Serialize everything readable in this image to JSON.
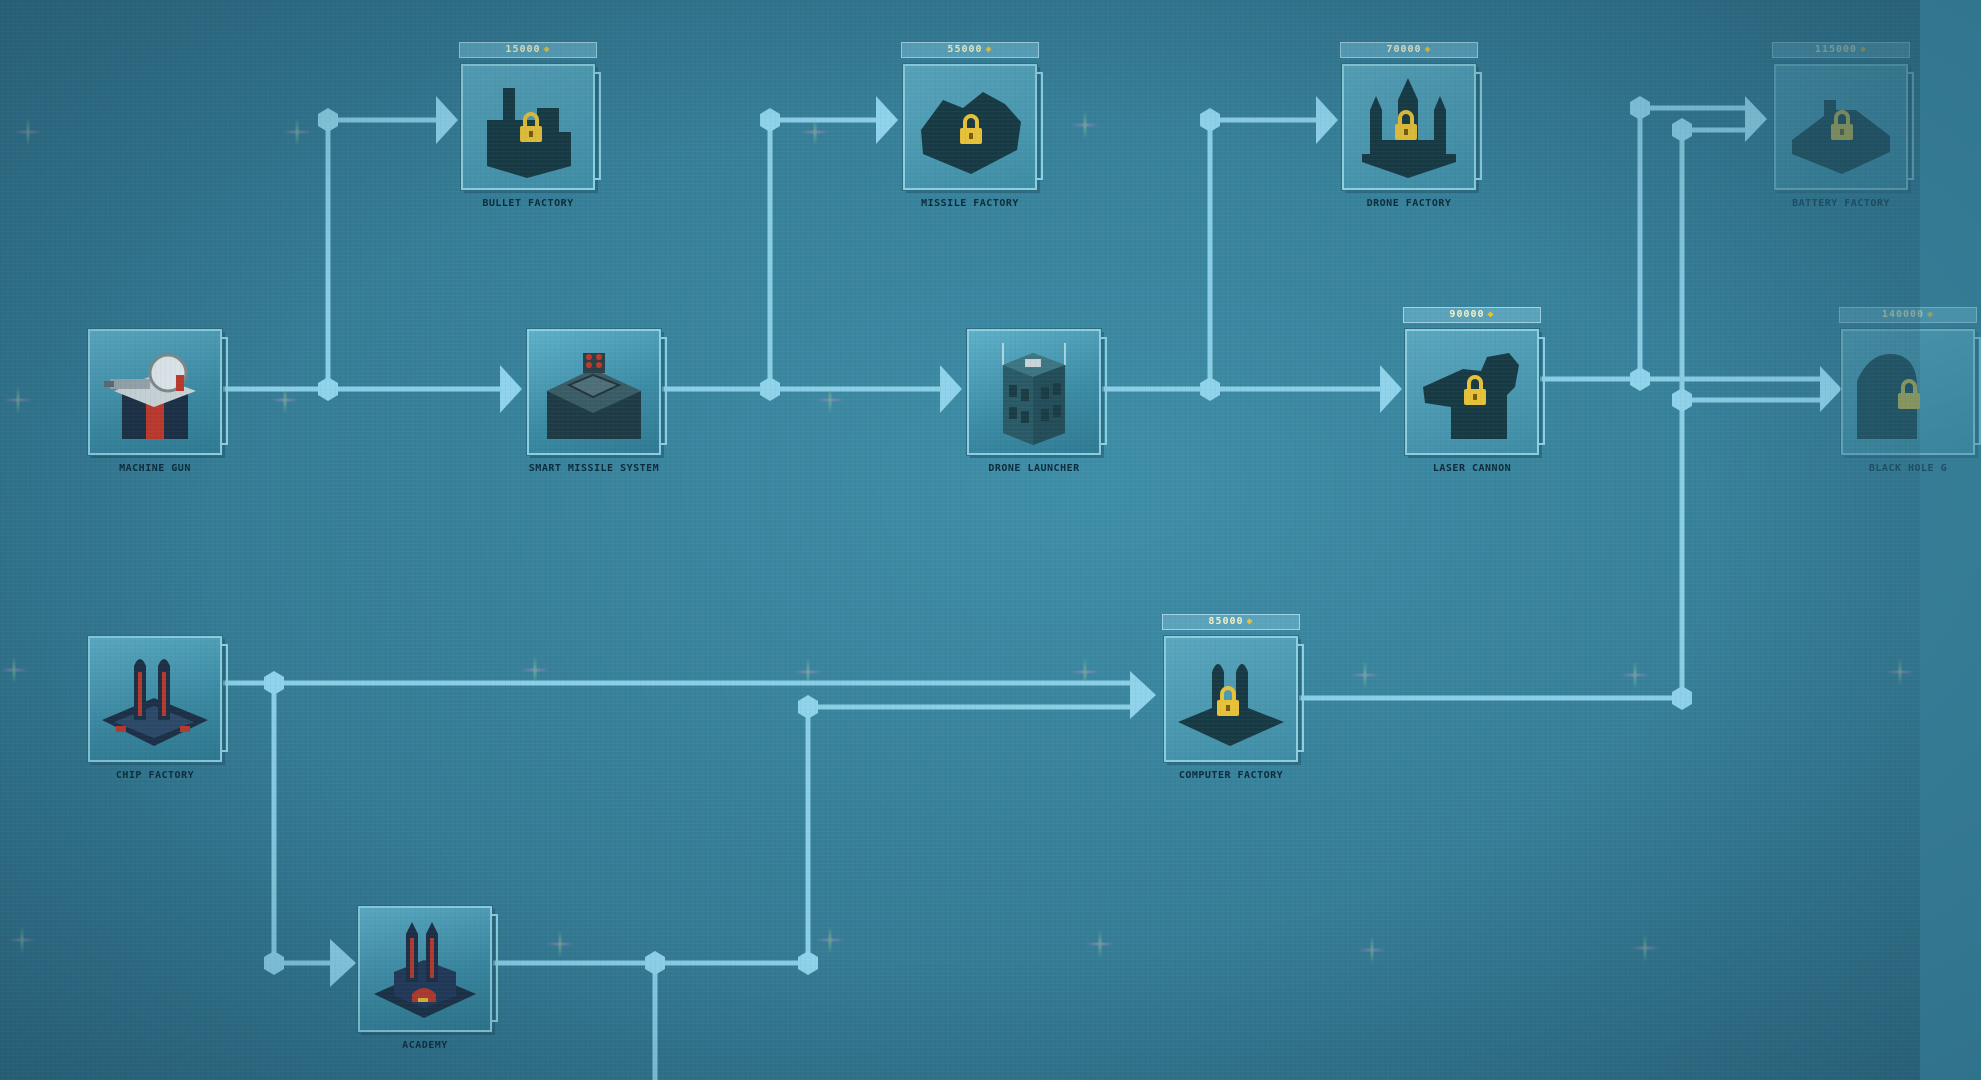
{
  "nodes": {
    "bullet_factory": {
      "label": "BULLET FACTORY",
      "price": "15000",
      "locked": true
    },
    "missile_factory": {
      "label": "MISSILE FACTORY",
      "price": "55000",
      "locked": true
    },
    "drone_factory": {
      "label": "DRONE FACTORY",
      "price": "70000",
      "locked": true
    },
    "battery_factory": {
      "label": "BATTERY FACTORY",
      "price": "115000",
      "locked": true
    },
    "machine_gun": {
      "label": "MACHINE GUN",
      "locked": false
    },
    "smart_missile_system": {
      "label": "SMART MISSILE SYSTEM",
      "locked": false
    },
    "drone_launcher": {
      "label": "DRONE LAUNCHER",
      "locked": false
    },
    "laser_cannon": {
      "label": "LASER CANNON",
      "price": "90000",
      "locked": true
    },
    "black_hole": {
      "label": "BLACK HOLE G",
      "price": "140000",
      "locked": true
    },
    "chip_factory": {
      "label": "CHIP FACTORY",
      "locked": false
    },
    "computer_factory": {
      "label": "COMPUTER FACTORY",
      "price": "85000",
      "locked": true
    },
    "academy": {
      "label": "ACADEMY",
      "locked": false
    }
  },
  "colors": {
    "link": "#8fd3ea",
    "background": "#3a859e",
    "building_dark": "#1c2f45",
    "building_red": "#c0392b",
    "lock": "#e6c13a",
    "silhouette": "#173a44"
  },
  "icons": {
    "lock": "padlock-icon",
    "coin": "coin-icon"
  }
}
